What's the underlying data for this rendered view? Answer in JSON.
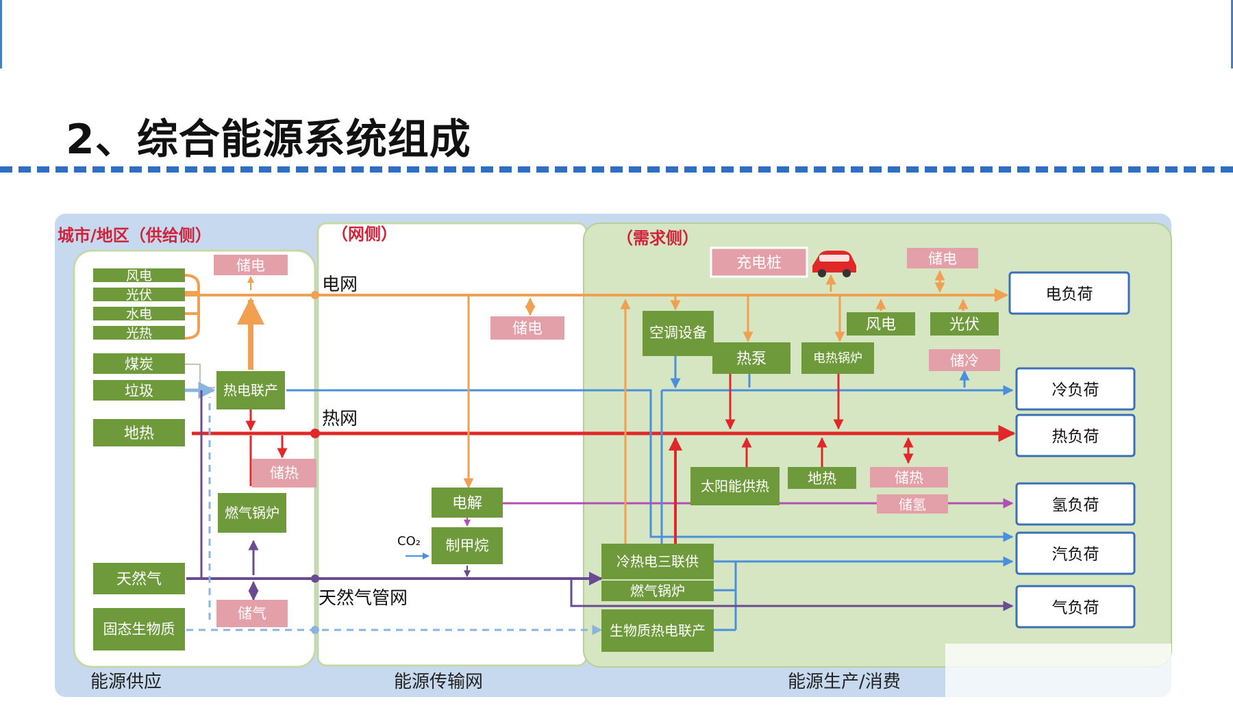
{
  "slide": {
    "title": "2、综合能源系统组成"
  },
  "colors": {
    "green": "#6e9a3c",
    "pink": "#e4a0a8",
    "orange": "#f0a050",
    "red": "#e02828",
    "blue": "#4a8fdc",
    "purple": "#6a4a90",
    "magenta": "#b050b0",
    "lightblue": "#8ab4e0"
  },
  "regions": {
    "supply": {
      "header": "城市/地区（供给侧）",
      "footer": "能源供应"
    },
    "grid": {
      "header": "（网侧）",
      "footer": "能源传输网"
    },
    "demand": {
      "header": "（需求侧）",
      "footer": "能源生产/消费"
    }
  },
  "networks": {
    "power": "电网",
    "heat": "热网",
    "gas": "天然气管网"
  },
  "supply_sources": {
    "wind": "风电",
    "pv": "光伏",
    "hydro": "水电",
    "solar_thermal": "光热",
    "coal": "煤炭",
    "waste": "垃圾",
    "geothermal": "地热",
    "natural_gas": "天然气",
    "biomass": "固态生物质"
  },
  "supply_units": {
    "storage_power": "储电",
    "chp": "热电联产",
    "storage_heat": "储热",
    "gas_boiler": "燃气锅炉",
    "storage_gas": "储气"
  },
  "grid_units": {
    "storage_power": "储电",
    "electrolysis": "电解",
    "co2": "CO₂",
    "methanation": "制甲烷"
  },
  "demand_units": {
    "charging_pile": "充电桩",
    "car": "car-icon",
    "storage_power": "储电",
    "ac": "空调设备",
    "heat_pump": "热泵",
    "electric_boiler": "电热锅炉",
    "wind": "风电",
    "pv": "光伏",
    "storage_cold": "储冷",
    "solar_heat": "太阳能供热",
    "geothermal": "地热",
    "storage_heat": "储热",
    "storage_h2": "储氢",
    "cchp": "冷热电三联供",
    "gas_boiler": "燃气锅炉",
    "biomass_chp": "生物质热电联产"
  },
  "loads": {
    "electric": "电负荷",
    "cooling": "冷负荷",
    "heat": "热负荷",
    "hydrogen": "氢负荷",
    "steam": "汽负荷",
    "gas": "气负荷"
  }
}
